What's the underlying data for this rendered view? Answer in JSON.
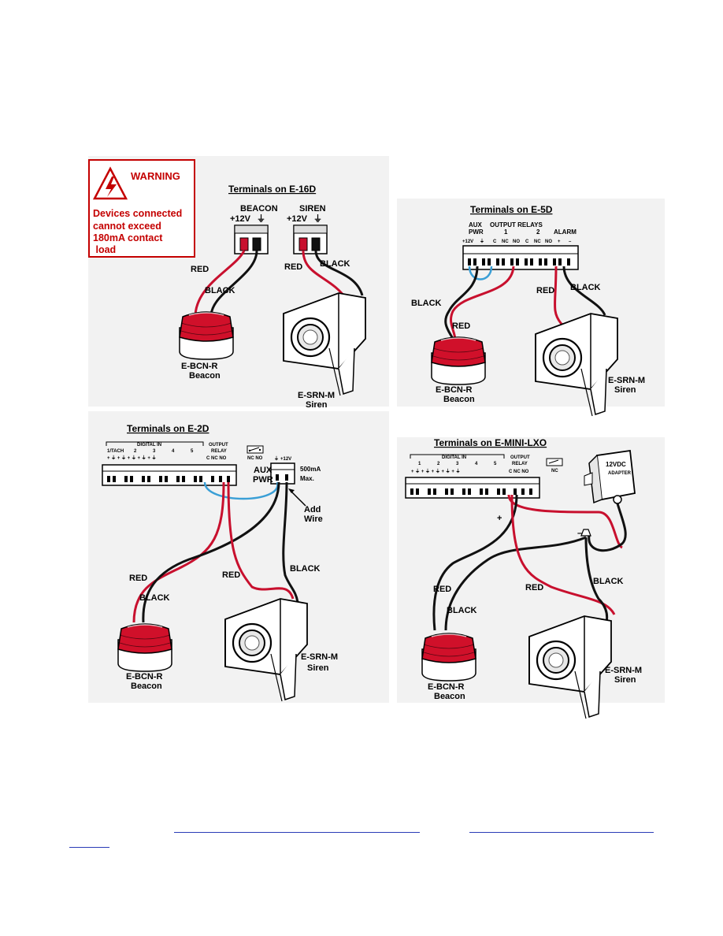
{
  "warning": {
    "title": "WARNING",
    "lines": [
      "Devices connected",
      "cannot exceed",
      "180mA contact",
      " load"
    ]
  },
  "panel_e16d": {
    "title": "Terminals on E-16D",
    "beacon_header": "BEACON",
    "siren_header": "SIREN",
    "plus12v": "+12V",
    "red": "RED",
    "black": "BLACK",
    "beacon_model": "E-BCN-R",
    "beacon_name": "Beacon",
    "siren_model": "E-SRN-M",
    "siren_name": "Siren"
  },
  "panel_e5d": {
    "title": "Terminals on E-5D",
    "aux": "AUX",
    "pwr": "PWR",
    "output_relays": "OUTPUT RELAYS",
    "relay1": "1",
    "relay2": "2",
    "alarm": "ALARM",
    "plus12v": "+12V",
    "c": "C",
    "nc": "NC",
    "no": "NO",
    "black_left": "BLACK",
    "red_left": "RED",
    "red_right": "RED",
    "black_right": "BLACK",
    "beacon_model": "E-BCN-R",
    "beacon_name": "Beacon",
    "siren_model": "E-SRN-M",
    "siren_name": "Siren"
  },
  "panel_e2d": {
    "title": "Terminals on E-2D",
    "digital_in": "DIGITAL IN",
    "output": "OUTPUT",
    "relay": "RELAY",
    "tach": "1/TACH",
    "inputs": [
      "2",
      "3",
      "4",
      "5"
    ],
    "c_nc_no": "C NC NO",
    "nc_no": "NC NO",
    "aux": "AUX",
    "pwr": "PWR",
    "plus12v": "+12V",
    "max_ma": "500mA",
    "max": "Max.",
    "add": "Add",
    "wire": "Wire",
    "red_left": "RED",
    "black_left": "BLACK",
    "red_right": "RED",
    "black_right": "BLACK",
    "beacon_model": "E-BCN-R",
    "beacon_name": "Beacon",
    "siren_model": "E-SRN-M",
    "siren_name": "Siren"
  },
  "panel_mini": {
    "title": "Terminals on E-MINI-LXO",
    "digital_in": "DIGITAL IN",
    "output": "OUTPUT",
    "relay": "RELAY",
    "inputs": [
      "1",
      "2",
      "3",
      "4",
      "5"
    ],
    "c_nc_no": "C NC NO",
    "nc": "NC",
    "adapter_voltage": "12VDC",
    "adapter": "ADAPTER",
    "plus": "+",
    "minus": "–",
    "red_left": "RED",
    "black_left": "BLACK",
    "red_right": "RED",
    "black_right": "BLACK",
    "beacon_model": "E-BCN-R",
    "beacon_name": "Beacon",
    "siren_model": "E-SRN-M",
    "siren_name": "Siren"
  },
  "colors": {
    "red_wire": "#c8102e",
    "black_wire": "#111111",
    "blue_wire": "#3a9fd6",
    "warning_red": "#c40000",
    "beacon_red": "#d0102a"
  }
}
